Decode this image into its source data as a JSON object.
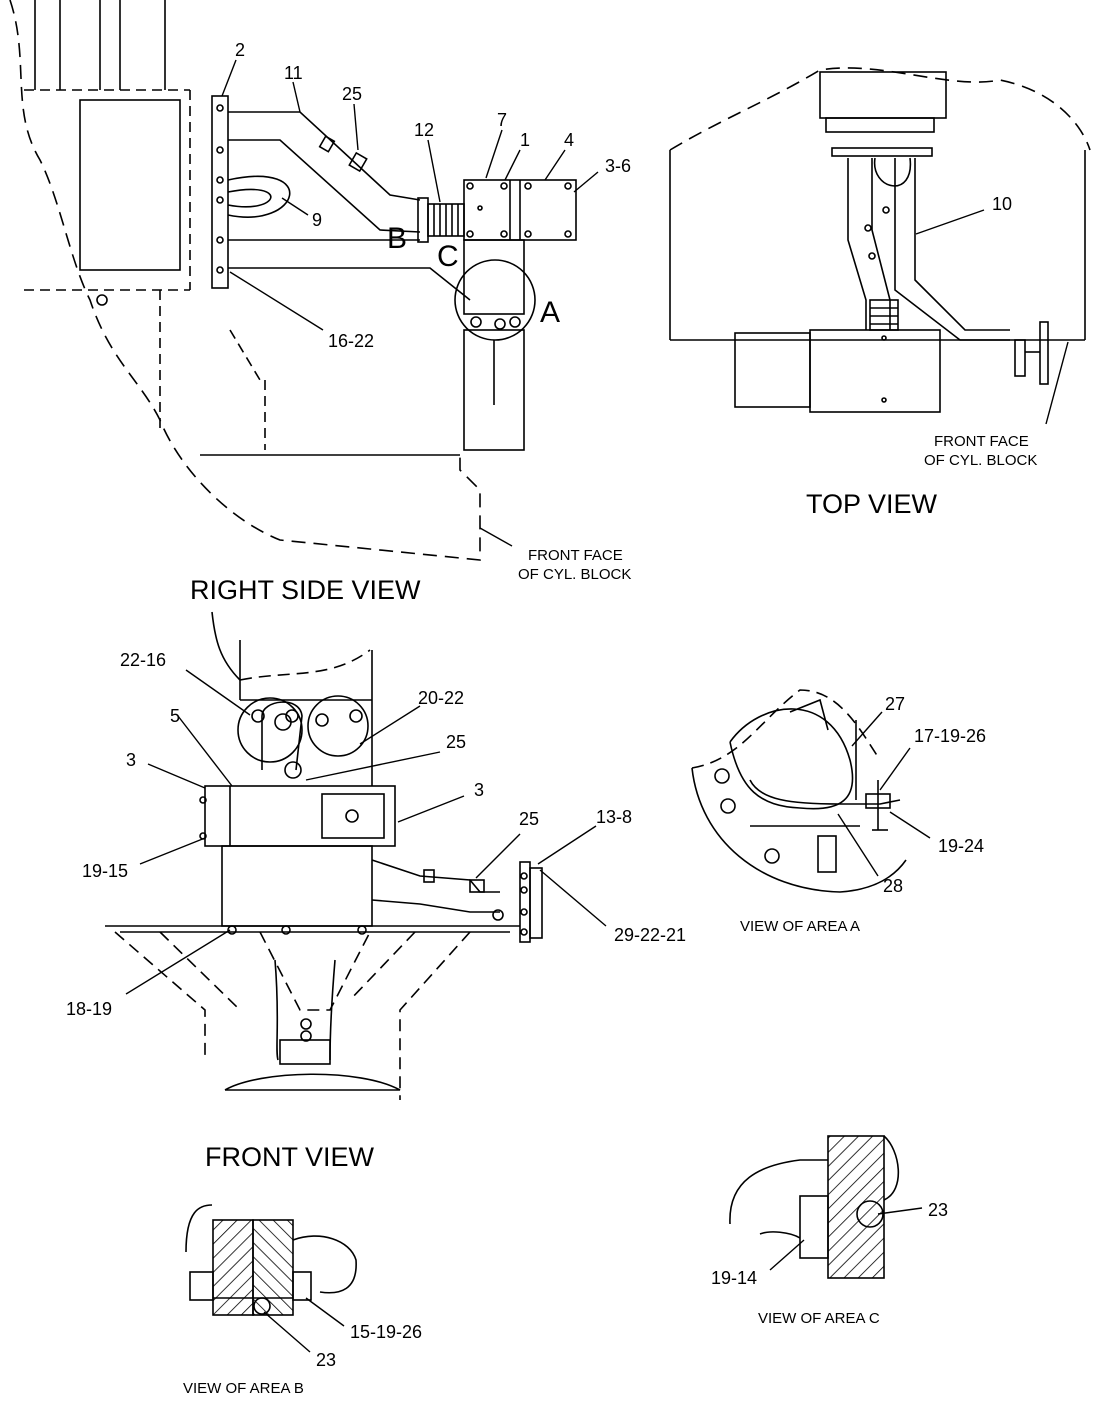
{
  "right_side_view": {
    "title": "RIGHT SIDE VIEW",
    "note_line1": "FRONT FACE",
    "note_line2": "OF CYL. BLOCK",
    "callouts": [
      "2",
      "11",
      "25",
      "12",
      "7",
      "1",
      "4",
      "3-6",
      "9",
      "B",
      "C",
      "A",
      "16-22"
    ]
  },
  "top_view": {
    "title": "TOP VIEW",
    "note_line1": "FRONT FACE",
    "note_line2": "OF CYL. BLOCK",
    "callouts": [
      "10"
    ]
  },
  "front_view": {
    "title": "FRONT VIEW",
    "callouts": [
      "22-16",
      "5",
      "3",
      "20-22",
      "25",
      "3",
      "19-15",
      "25",
      "13-8",
      "29-22-21",
      "18-19"
    ]
  },
  "view_area_a": {
    "title": "VIEW OF AREA A",
    "callouts": [
      "27",
      "17-19-26",
      "19-24",
      "28"
    ]
  },
  "view_area_b": {
    "title": "VIEW OF AREA B",
    "callouts": [
      "15-19-26",
      "23"
    ]
  },
  "view_area_c": {
    "title": "VIEW OF AREA C",
    "callouts": [
      "23",
      "19-14"
    ]
  }
}
